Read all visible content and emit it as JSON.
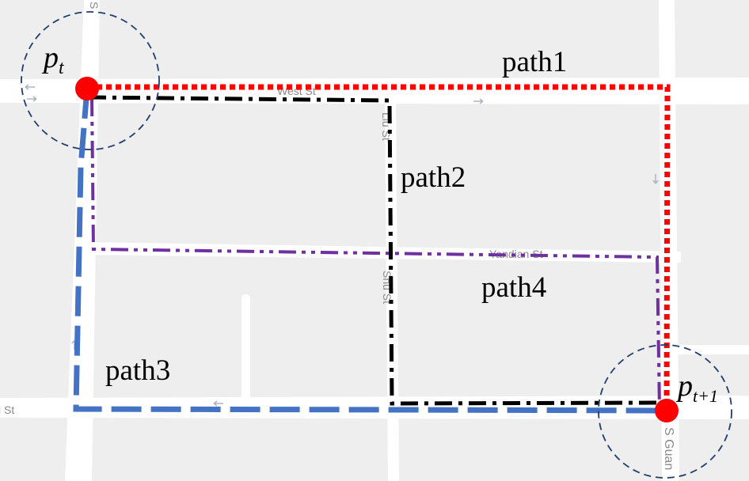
{
  "map": {
    "background_color": "#eeeeee",
    "road_color": "#ffffff",
    "streets": {
      "west_st": "West St",
      "liu_st": "Liu St",
      "yandian_st": "Yandian St",
      "shu_st": "Shu St",
      "s_guan": "S Guan",
      "i_st": "i St"
    },
    "points": {
      "start": {
        "base": "p",
        "subscript": "t",
        "color": "#ff0000"
      },
      "end": {
        "base": "p",
        "subscript": "t+1",
        "color": "#ff0000"
      }
    },
    "paths": [
      {
        "id": "path1",
        "label": "path1",
        "color": "#ff0000",
        "style": "dotted"
      },
      {
        "id": "path2",
        "label": "path2",
        "color": "#000000",
        "style": "dash-dot"
      },
      {
        "id": "path3",
        "label": "path3",
        "color": "#4472c4",
        "style": "dashed"
      },
      {
        "id": "path4",
        "label": "path4",
        "color": "#7030a0",
        "style": "dash-dot-dot"
      }
    ],
    "search_circle_color": "#1f3d6e"
  }
}
